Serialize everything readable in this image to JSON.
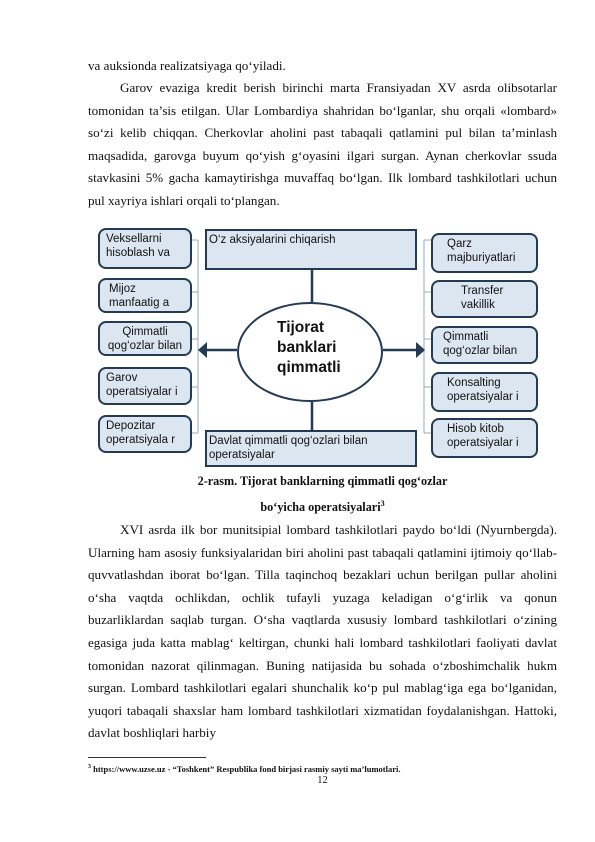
{
  "top_line": "va auksionda realizatsiyaga qo‘yiladi.",
  "para1": "Garov evaziga kredit berish birinchi marta Fransiyadan XV asrda olibsotarlar tomonidan ta’sis etilgan. Ular Lombardiya shahridan bo‘lganlar, shu orqali «lombard» so‘zi kelib chiqqan. Cherkovlar aholini past tabaqali qatlamini pul bilan ta’minlash maqsadida, garovga buyum qo‘yish g‘oyasini ilgari surgan. Aynan cherkovlar ssuda stavkasini 5% gacha kamaytirishga muvaffaq bo‘lgan. Ilk lombard tashkilotlari uchun pul xayriya ishlari orqali to‘plangan.",
  "diagram": {
    "center": "Tijorat banklari qimmatli",
    "top_box": "O‘z aksiyalarini chiqarish",
    "bottom_box": "Davlat qimmatli qog‘ozlari bilan operatsiyalar",
    "left": [
      "Veksellarni hisoblash va",
      "Mijoz manfaatig a",
      "Qimmatli qog‘ozlar bilan",
      "Garov operatsiyalar i",
      "Depozitar operatsiyala r"
    ],
    "right": [
      "Qarz majburiyatlari",
      "Transfer vakillik",
      "Qimmatli qog‘ozlar bilan",
      "Konsalting operatsiyalar i",
      "Hisob kitob operatsiyalar i"
    ]
  },
  "caption_line1": "2-rasm. Tijorat banklarning qimmatli qog‘ozlar",
  "caption_line2": "bo‘yicha operatsiyalari",
  "caption_ref": "3",
  "para2": "XVI asrda ilk bor munitsipial lombard tashkilotlari paydo bo‘ldi (Nyurnbergda). Ularning ham asosiy funksiyalaridan biri aholini past tabaqali qatlamini ijtimoiy qo‘llab- quvvatlashdan iborat bo‘lgan. Tilla taqinchoq bezaklari uchun berilgan pullar aholini o‘sha vaqtda ochlikdan, ochlik tufayli yuzaga keladigan o‘g‘irlik va qonun buzarliklardan saqlab turgan. O‘sha vaqtlarda xususiy lombard tashkilotlari o‘zining egasiga juda katta mablag‘ keltirgan, chunki hali lombard tashkilotlari faoliyati davlat tomonidan nazorat qilinmagan. Buning natijasida bu sohada o‘zboshimchalik hukm surgan. Lombard tashkilotlari egalari shunchalik ko‘p pul mablag‘iga ega bo‘lganidan, yuqori tabaqali shaxslar ham lombard tashkilotlari xizmatidan foydalanishgan. Hattoki, davlat boshliqlari harbiy",
  "footnote_num": "3",
  "footnote": " https://www.uzse.uz - “Toshkent” Respublika fond birjasi rasmiy sayti ma’lumotlari.",
  "page_number": "12"
}
